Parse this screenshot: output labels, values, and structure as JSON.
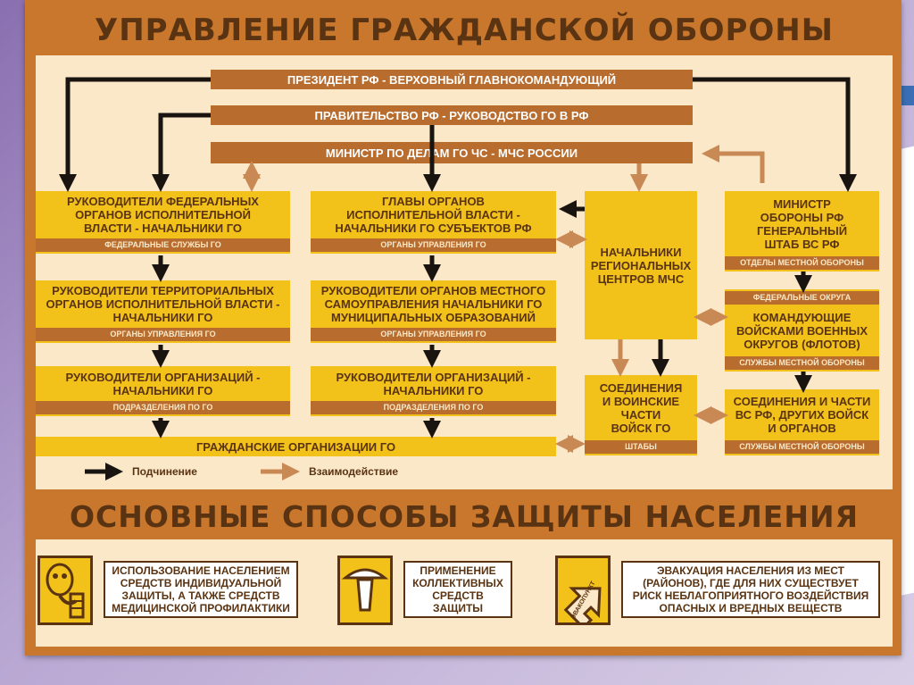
{
  "title": "УПРАВЛЕНИЕ ГРАЖДАНСКОЙ ОБОРОНЫ",
  "subtitle": "ОСНОВНЫЕ СПОСОБЫ ЗАЩИТЫ НАСЕЛЕНИЯ",
  "top_bars": {
    "president": "ПРЕЗИДЕНТ РФ - ВЕРХОВНЫЙ ГЛАВНОКОМАНДУЮЩИЙ",
    "government": "ПРАВИТЕЛЬСТВО РФ - РУКОВОДСТВО ГО В РФ",
    "minister": "МИНИСТР ПО ДЕЛАМ ГО ЧС - МЧС РОССИИ"
  },
  "column1": [
    {
      "text": "РУКОВОДИТЕЛИ ФЕДЕРАЛЬНЫХ\nОРГАНОВ ИСПОЛНИТЕЛЬНОЙ\nВЛАСТИ - НАЧАЛЬНИКИ ГО",
      "tag": "ФЕДЕРАЛЬНЫЕ СЛУЖБЫ ГО"
    },
    {
      "text": "РУКОВОДИТЕЛИ ТЕРРИТОРИАЛЬНЫХ\nОРГАНОВ ИСПОЛНИТЕЛЬНОЙ ВЛАСТИ -\nНАЧАЛЬНИКИ ГО",
      "tag": "ОРГАНЫ УПРАВЛЕНИЯ ГО"
    },
    {
      "text": "РУКОВОДИТЕЛИ ОРГАНИЗАЦИЙ -\nНАЧАЛЬНИКИ ГО",
      "tag": "ПОДРАЗДЕЛЕНИЯ ПО ГО"
    }
  ],
  "column2": [
    {
      "text": "ГЛАВЫ ОРГАНОВ\nИСПОЛНИТЕЛЬНОЙ ВЛАСТИ -\nНАЧАЛЬНИКИ ГО СУБЪЕКТОВ РФ",
      "tag": "ОРГАНЫ УПРАВЛЕНИЯ ГО"
    },
    {
      "text": "РУКОВОДИТЕЛИ ОРГАНОВ МЕСТНОГО\nСАМОУПРАВЛЕНИЯ НАЧАЛЬНИКИ ГО\nМУНИЦИПАЛЬНЫХ ОБРАЗОВАНИЙ",
      "tag": "ОРГАНЫ УПРАВЛЕНИЯ ГО"
    },
    {
      "text": "РУКОВОДИТЕЛИ ОРГАНИЗАЦИЙ -\nНАЧАЛЬНИКИ ГО",
      "tag": "ПОДРАЗДЕЛЕНИЯ ПО ГО"
    }
  ],
  "civil_orgs": "ГРАЖДАНСКИЕ ОРГАНИЗАЦИИ ГО",
  "regional": "НАЧАЛЬНИКИ\nРЕГИОНАЛЬНЫХ\nЦЕНТРОВ МЧС",
  "units": {
    "text": "СОЕДИНЕНИЯ\nИ ВОИНСКИЕ\nЧАСТИ\nВОЙСК ГО",
    "tag": "ШТАБЫ"
  },
  "column4": [
    {
      "text": "МИНИСТР\nОБОРОНЫ РФ\nГЕНЕРАЛЬНЫЙ\nШТАБ ВС РФ",
      "tag": "ОТДЕЛЫ МЕСТНОЙ ОБОРОНЫ"
    },
    {
      "toptag": "ФЕДЕРАЛЬНЫЕ ОКРУГА",
      "text": "КОМАНДУЮЩИЕ\nВОЙСКАМИ ВОЕННЫХ\nОКРУГОВ (ФЛОТОВ)",
      "tag": "СЛУЖБЫ МЕСТНОЙ ОБОРОНЫ"
    },
    {
      "text": "СОЕДИНЕНИЯ И ЧАСТИ\nВС РФ, ДРУГИХ ВОЙСК\nИ ОРГАНОВ",
      "tag": "СЛУЖБЫ МЕСТНОЙ ОБОРОНЫ"
    }
  ],
  "legend": {
    "subordination": "Подчинение",
    "interaction": "Взаимодействие"
  },
  "protection": [
    {
      "text": "ИСПОЛЬЗОВАНИЕ НАСЕЛЕНИЕМ\nСРЕДСТВ ИНДИВИДУАЛЬНОЙ\nЗАЩИТЫ, А ТАКЖЕ СРЕДСТВ\nМЕДИЦИНСКОЙ ПРОФИЛАКТИКИ",
      "icon": "gas-mask-icon"
    },
    {
      "text": "ПРИМЕНЕНИЕ\nКОЛЛЕКТИВНЫХ\nСРЕДСТВ\nЗАЩИТЫ",
      "icon": "shelter-icon"
    },
    {
      "text": "ЭВАКУАЦИЯ НАСЕЛЕНИЯ ИЗ МЕСТ\n(РАЙОНОВ), ГДЕ ДЛЯ НИХ СУЩЕСТВУЕТ\nРИСК НЕБЛАГОПРИЯТНОГО ВОЗДЕЙСТВИЯ\nОПАСНЫХ И ВРЕДНЫХ ВЕЩЕСТВ",
      "icon": "evacuation-arrow-icon",
      "icon_label": "ЭВАКОПУНКТ"
    }
  ],
  "colors": {
    "board": "#c9772c",
    "panel": "#fae8c8",
    "box": "#f2c21a",
    "bar": "#b86c2e",
    "text": "#5a3412"
  }
}
